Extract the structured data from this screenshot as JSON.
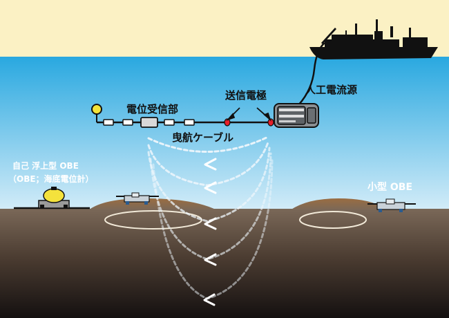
{
  "labels": {
    "receiver": "電位受信部",
    "transmitter": "送信電極",
    "power_source": "人工電流源",
    "cable": "曳航ケーブル",
    "obe_title": "自己 浮上型 OBE",
    "obe_subtitle": "（OBE；海底電位計）",
    "small_obe": "小型 OBE"
  },
  "colors": {
    "sky": "#fbf1c4",
    "sea_top": "#29a8e0",
    "sea_bottom": "#d3ecf8",
    "seafloor_top": "#7a6858",
    "seafloor_bottom": "#141010",
    "ship": "#111111",
    "cable": "#111111",
    "electrode": "#e8202a",
    "buoy": "#f3e43a",
    "obe_float": "#f4e23c",
    "arrow": "#ffffff"
  },
  "icons": [
    "ship-icon",
    "buoy-icon",
    "obe-icon",
    "small-obe-icon",
    "electrode-icon",
    "current-source-icon"
  ]
}
